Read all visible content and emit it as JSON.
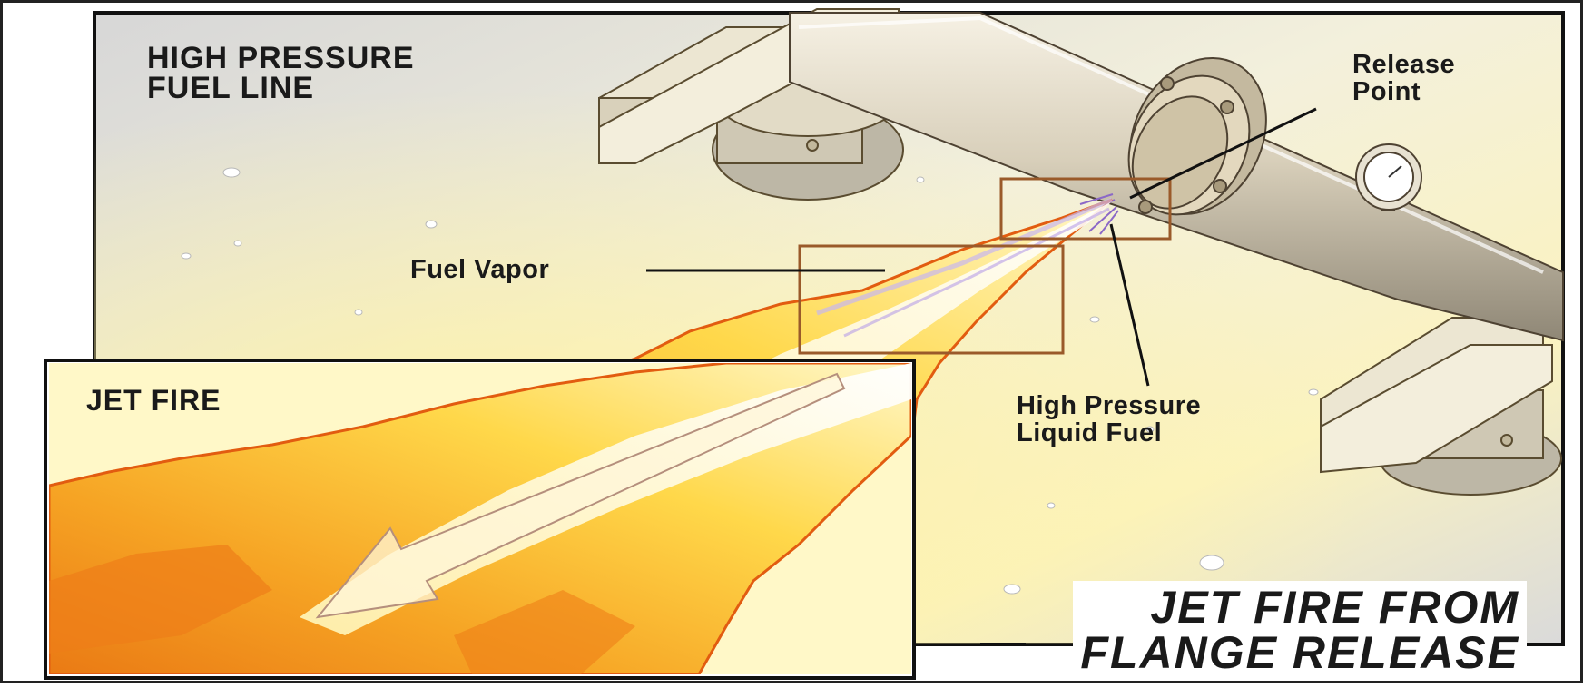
{
  "labels": {
    "fuel_line": "HIGH PRESSURE\nFUEL LINE",
    "release_point": "Release\nPoint",
    "fuel_vapor": "Fuel Vapor",
    "liquid_fuel": "High Pressure\nLiquid Fuel",
    "jet_fire": "JET FIRE",
    "title": "JET FIRE FROM\nFLANGE RELEASE"
  },
  "colors": {
    "flame_orange": "#f08a1c",
    "flame_yellow": "#ffd84a",
    "flame_core": "#fffbe0",
    "pipe": "#d9d2c3",
    "callout_box": "#9a5a2a",
    "frame": "#111111"
  }
}
